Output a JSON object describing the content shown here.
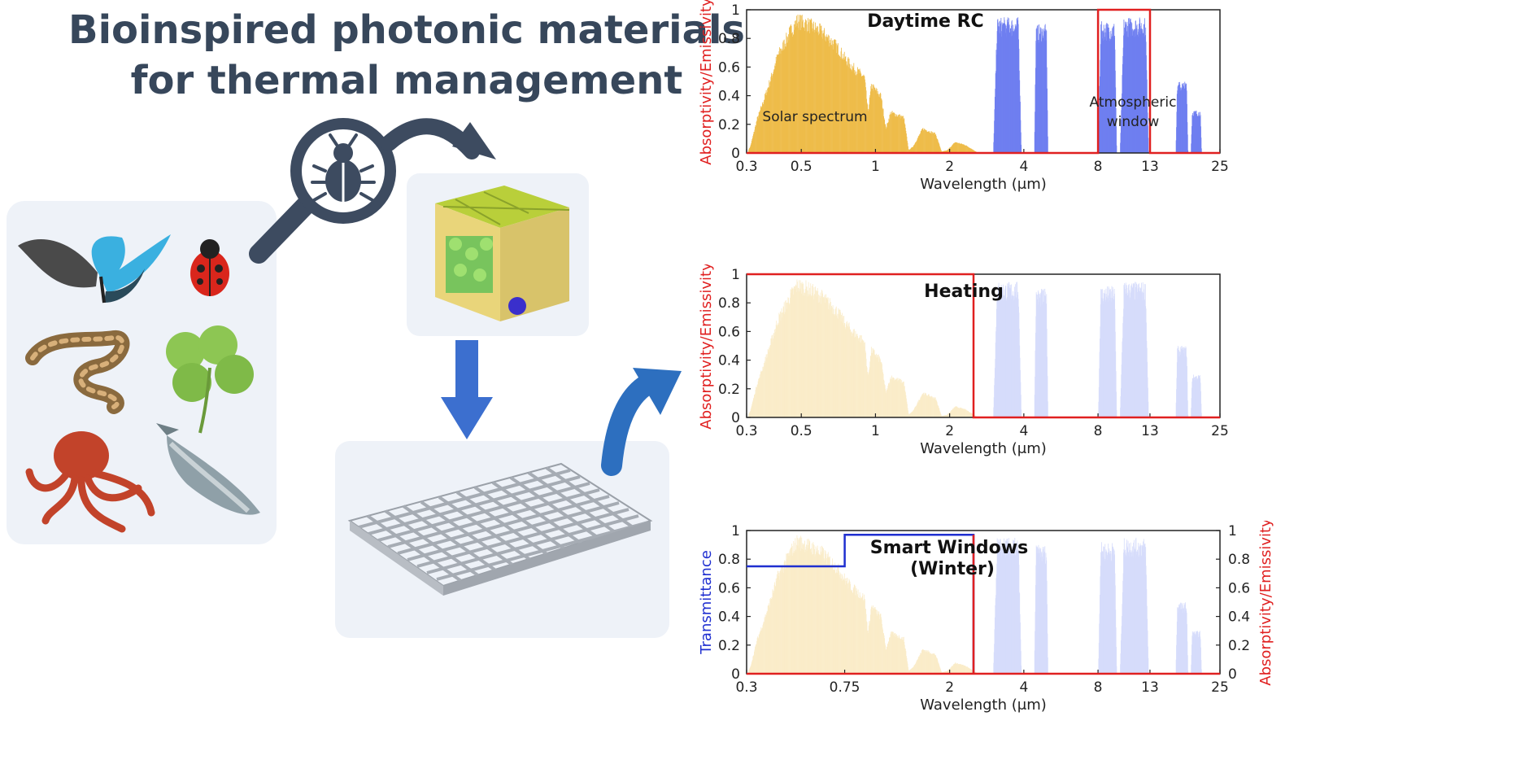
{
  "header": {
    "title_line1": "Bioinspired photonic materials",
    "title_line2": "for thermal management"
  },
  "icons": [
    "magnifier-bug-icon",
    "butterfly-icon",
    "ladybug-icon",
    "snake-icon",
    "clover-icon",
    "octopus-icon",
    "fish-icon",
    "leaf-cross-section-icon",
    "lattice-structure-icon"
  ],
  "colors": {
    "title": "#37475b",
    "panel": "#eef2f8",
    "arrow_dark": "#3d4b60",
    "arrow_blue": "#3c6fcf",
    "solar": "#eebc4a",
    "solar_faded": "#faecc9",
    "atmos": "#6f7ff0",
    "atmos_faded": "#d6dcfb",
    "emissivity": "#e02020",
    "transmittance": "#1f2fd0"
  },
  "chart_data": [
    {
      "type": "area",
      "title": "Daytime RC",
      "xlabel": "Wavelength (μm)",
      "ylabel": "Absorptivity/Emissivity",
      "x_scale": "log",
      "xlim": [
        0.3,
        25
      ],
      "ylim": [
        0,
        1
      ],
      "xticks": [
        "0.3",
        "0.5",
        "1",
        "2",
        "4",
        "8",
        "13",
        "25"
      ],
      "yticks": [
        "0",
        "0.2",
        "0.4",
        "0.6",
        "0.8",
        "1"
      ],
      "faded_spectra": false,
      "annotations": {
        "solar": "Solar spectrum",
        "atmos_line1": "Atmospheric",
        "atmos_line2": "window"
      },
      "series": [
        {
          "kind": "red-step",
          "points": [
            [
              0.3,
              0.0
            ],
            [
              8,
              0.0
            ],
            [
              8,
              1.0
            ],
            [
              13,
              1.0
            ],
            [
              13,
              0.0
            ],
            [
              25,
              0.0
            ]
          ]
        }
      ]
    },
    {
      "type": "area",
      "title": "Heating",
      "xlabel": "Wavelength (μm)",
      "ylabel": "Absorptivity/Emissivity",
      "x_scale": "log",
      "xlim": [
        0.3,
        25
      ],
      "ylim": [
        0,
        1
      ],
      "xticks": [
        "0.3",
        "0.5",
        "1",
        "2",
        "4",
        "8",
        "13",
        "25"
      ],
      "yticks": [
        "0",
        "0.2",
        "0.4",
        "0.6",
        "0.8",
        "1"
      ],
      "faded_spectra": true,
      "series": [
        {
          "kind": "red-step",
          "points": [
            [
              0.3,
              1.0
            ],
            [
              2.5,
              1.0
            ],
            [
              2.5,
              0.0
            ],
            [
              25,
              0.0
            ]
          ]
        }
      ]
    },
    {
      "type": "area",
      "title_line1": "Smart Windows",
      "title_line2": "(Winter)",
      "xlabel": "Wavelength (μm)",
      "ylabel": "Transmittance",
      "ylabel_right": "Absorptivity/Emissivity",
      "x_scale": "log",
      "xlim": [
        0.3,
        25
      ],
      "ylim": [
        0,
        1
      ],
      "xticks": [
        "0.3",
        "0.75",
        "2",
        "4",
        "8",
        "13",
        "25"
      ],
      "yticks": [
        "0",
        "0.2",
        "0.4",
        "0.6",
        "0.8",
        "1"
      ],
      "faded_spectra": true,
      "series": [
        {
          "kind": "blue-step",
          "points": [
            [
              0.3,
              0.75
            ],
            [
              0.75,
              0.75
            ],
            [
              0.75,
              0.97
            ],
            [
              2.5,
              0.97
            ],
            [
              2.5,
              0.0
            ]
          ]
        },
        {
          "kind": "red-step",
          "points": [
            [
              0.3,
              0.0
            ],
            [
              2.5,
              0.0
            ],
            [
              2.5,
              0.97
            ],
            [
              2.5,
              0.0
            ],
            [
              25,
              0.0
            ]
          ]
        }
      ]
    }
  ]
}
